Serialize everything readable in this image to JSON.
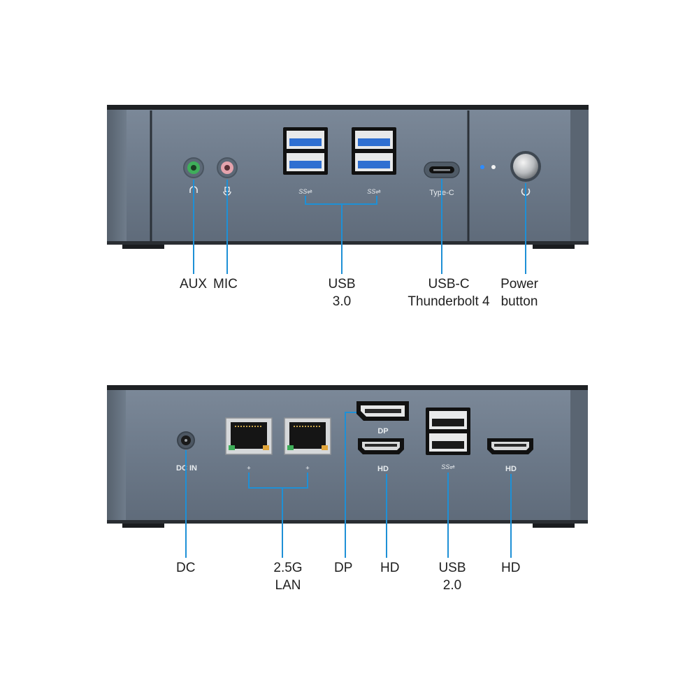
{
  "front_panel": {
    "port_labels": {
      "usb_a_left": "SS⇌",
      "usb_a_right": "SS⇌",
      "type_c": "Type-C"
    }
  },
  "rear_panel": {
    "port_labels": {
      "dc_in": "DC IN",
      "displayport": "DP",
      "hdmi_1": "HD",
      "usb_2": "SS⇌",
      "hdmi_2": "HD"
    }
  },
  "callouts": {
    "aux": "AUX",
    "mic": "MIC",
    "usb30": [
      "USB",
      "3.0"
    ],
    "usbc": [
      "USB-C",
      "Thunderbolt 4"
    ],
    "power": [
      "Power",
      "button"
    ],
    "dc": "DC",
    "lan": [
      "2.5G",
      "LAN"
    ],
    "dp": "DP",
    "hd_1": "HD",
    "usb20": [
      "USB",
      "2.0"
    ],
    "hd_2": "HD"
  },
  "colors": {
    "leader_line": "#1e90d6",
    "chassis": "#6e7c8c",
    "chassis_dark": "#232629",
    "port_black": "#141414",
    "usb3_blue": "#2f6fd1",
    "aux_green": "#3fae5a",
    "mic_pink": "#e5a3ad",
    "led_blue": "#2d8cff"
  }
}
